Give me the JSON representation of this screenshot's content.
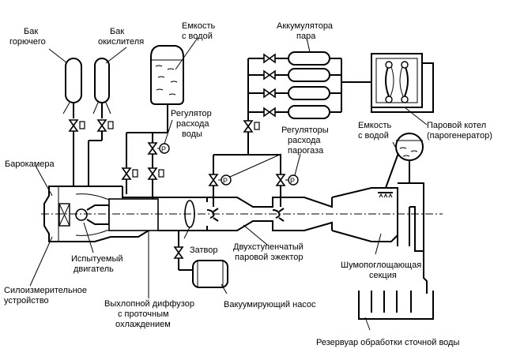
{
  "labels": {
    "fuel_tank": [
      "Бак",
      "горючего"
    ],
    "oxidizer_tank": [
      "Бак",
      "окислителя"
    ],
    "water_tank_top": [
      "Емкость",
      "с водой"
    ],
    "steam_accumulators": [
      "Аккумулятора",
      "пара"
    ],
    "water_flow_regulator": [
      "Регулятор",
      "расхода",
      "воды"
    ],
    "vapor_gas_regulators": [
      "Регуляторы",
      "расхода",
      "парогаза"
    ],
    "water_tank_right": [
      "Емкость",
      "с водой"
    ],
    "steam_boiler": [
      "Паровой котел",
      "(парогенератор)"
    ],
    "barochamber": [
      "Барокамера"
    ],
    "tested_engine": [
      "Испытуемый",
      "двигатель"
    ],
    "valve": [
      "Затвор"
    ],
    "ejector": [
      "Двухступенчатый",
      "паровой эжектор"
    ],
    "silencer": [
      "Шумопоглощающая",
      "секция"
    ],
    "force_device": [
      "Силоизмерительное",
      "устройство"
    ],
    "exhaust_diffuser": [
      "Выхлопной диффузор",
      "с проточным",
      "охлаждением"
    ],
    "vacuum_pump": [
      "Вакуумирующий насос"
    ],
    "wastewater_reservoir": [
      "Резервуар обработки сточной воды"
    ],
    "p_symbol": "P"
  }
}
